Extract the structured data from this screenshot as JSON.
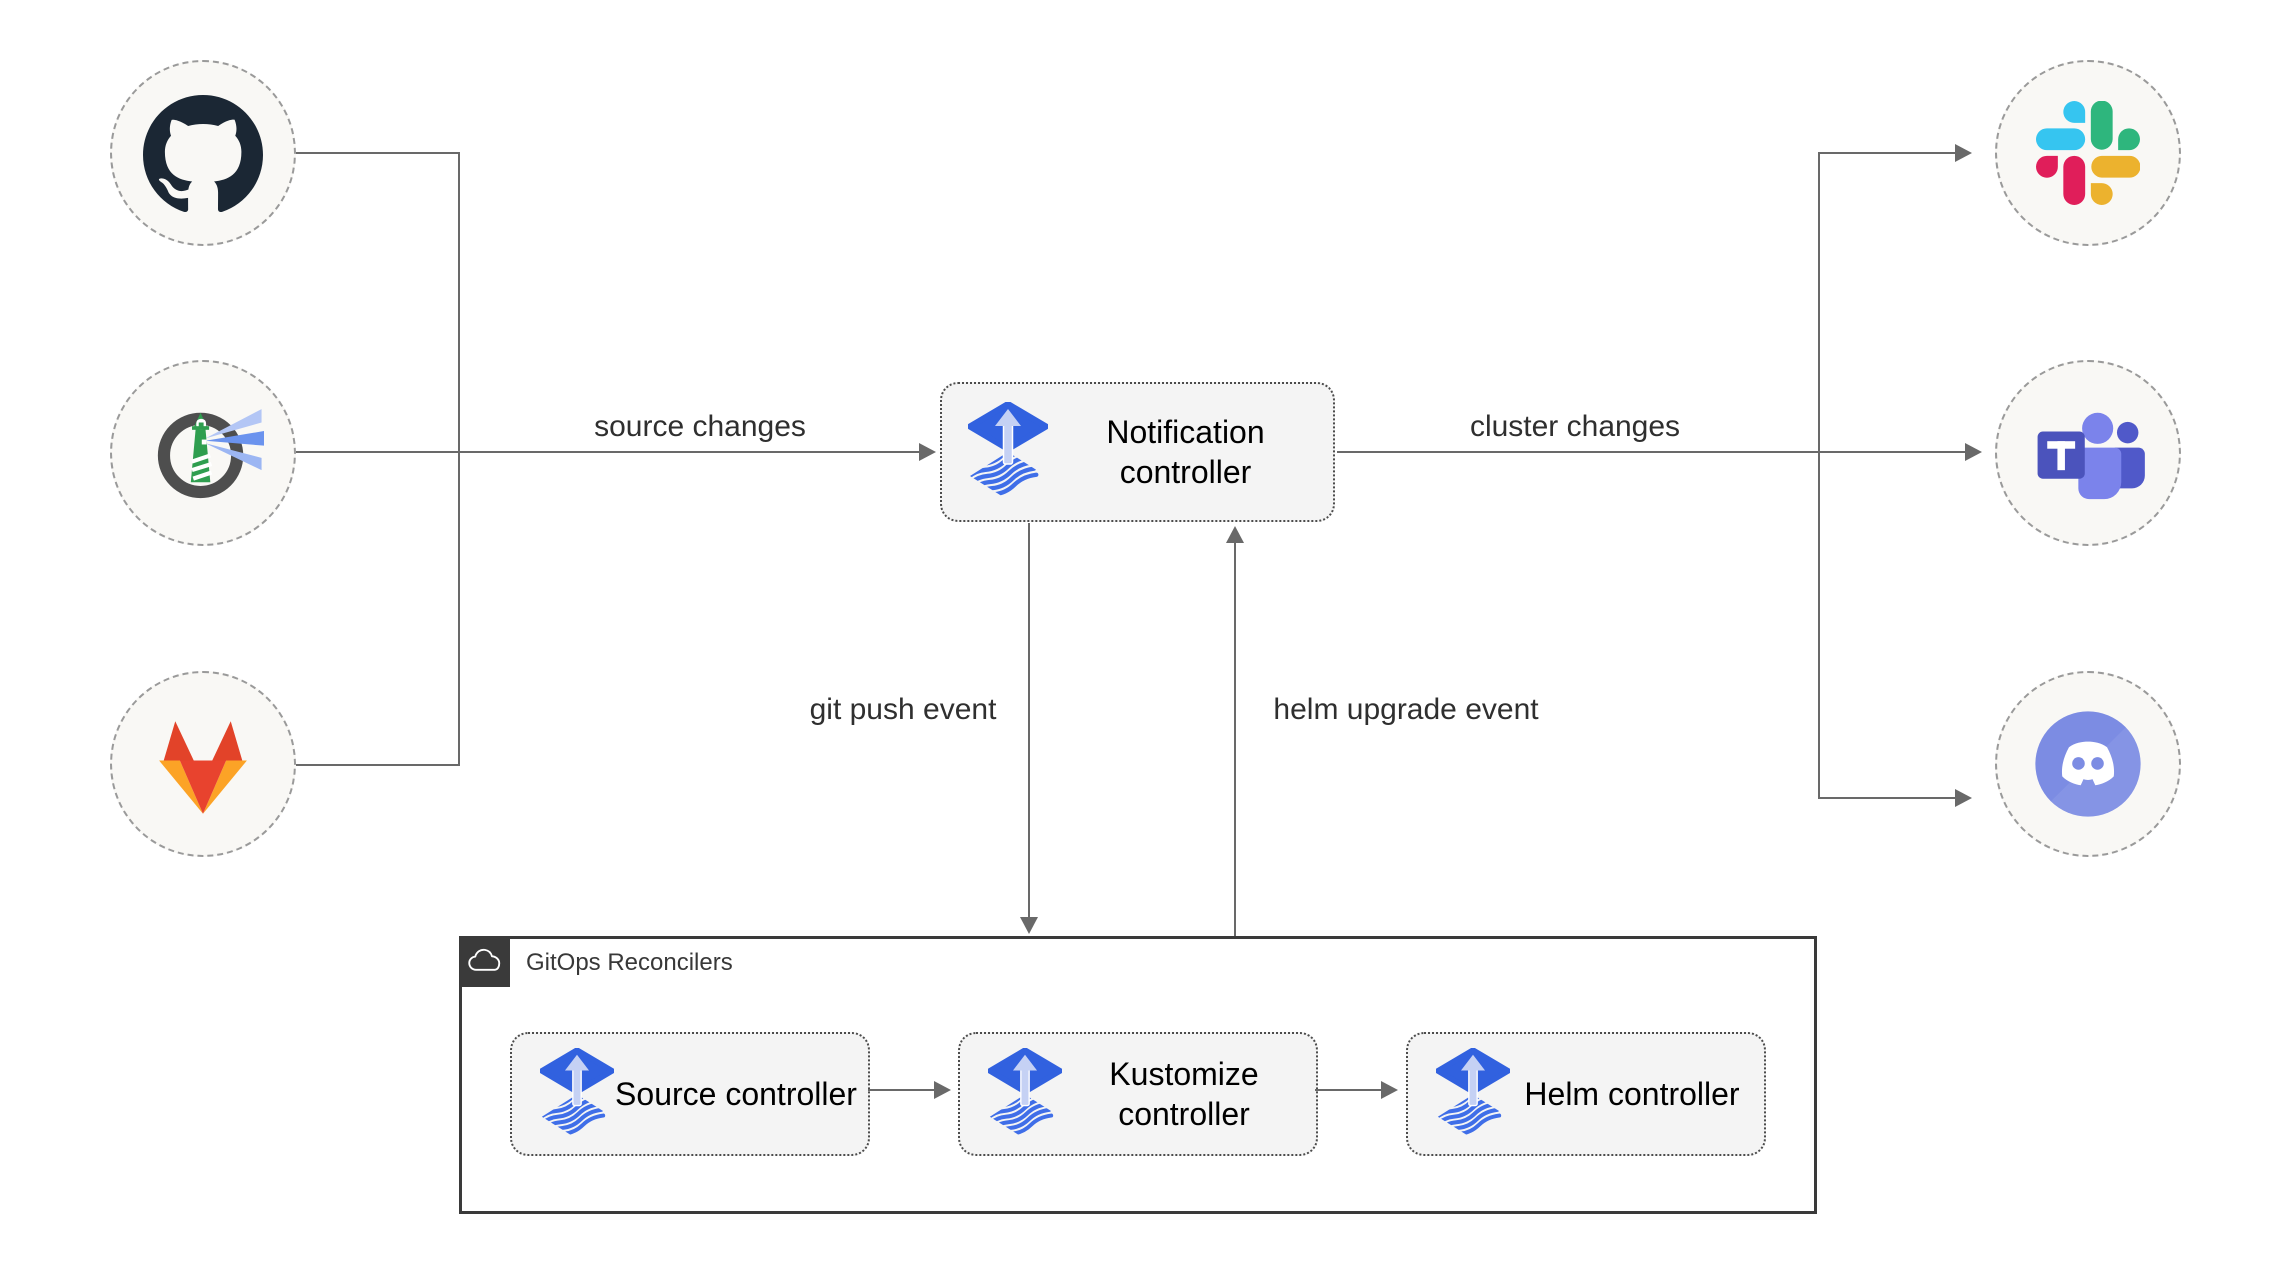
{
  "edges": {
    "source_changes": "source changes",
    "cluster_changes": "cluster changes",
    "git_push_event": "git push event",
    "helm_upgrade_event": "helm upgrade event"
  },
  "nodes": {
    "notification": "Notification controller",
    "source": "Source controller",
    "kustomize": "Kustomize controller",
    "helm": "Helm controller"
  },
  "group": {
    "label": "GitOps Reconcilers",
    "icon": "cloud-icon"
  },
  "integrations": {
    "left": [
      {
        "icon": "github-icon"
      },
      {
        "icon": "harbor-icon"
      },
      {
        "icon": "gitlab-icon"
      }
    ],
    "right": [
      {
        "icon": "slack-icon"
      },
      {
        "icon": "teams-icon"
      },
      {
        "icon": "discord-icon"
      }
    ]
  },
  "colors": {
    "line": "#696969",
    "flux_blue": "#3161df",
    "flux_arrow": "#c5d1f4",
    "box_fill": "#f4f4f4",
    "circle_fill": "#f9f8f5",
    "github_dark": "#1b2734",
    "gitlab_red": "#e24329",
    "gitlab_orange": "#fc6d26",
    "gitlab_amber": "#fca326",
    "harbor_green": "#2f9e4f",
    "slack_blue": "#36C5F0",
    "slack_green": "#2EB67D",
    "slack_yellow": "#ECB22E",
    "slack_red": "#E01E5A",
    "teams_dark": "#4b53bc",
    "teams_light": "#7b83eb",
    "teams_mid": "#5059c9",
    "discord_blurple": "#7c8ce3"
  }
}
